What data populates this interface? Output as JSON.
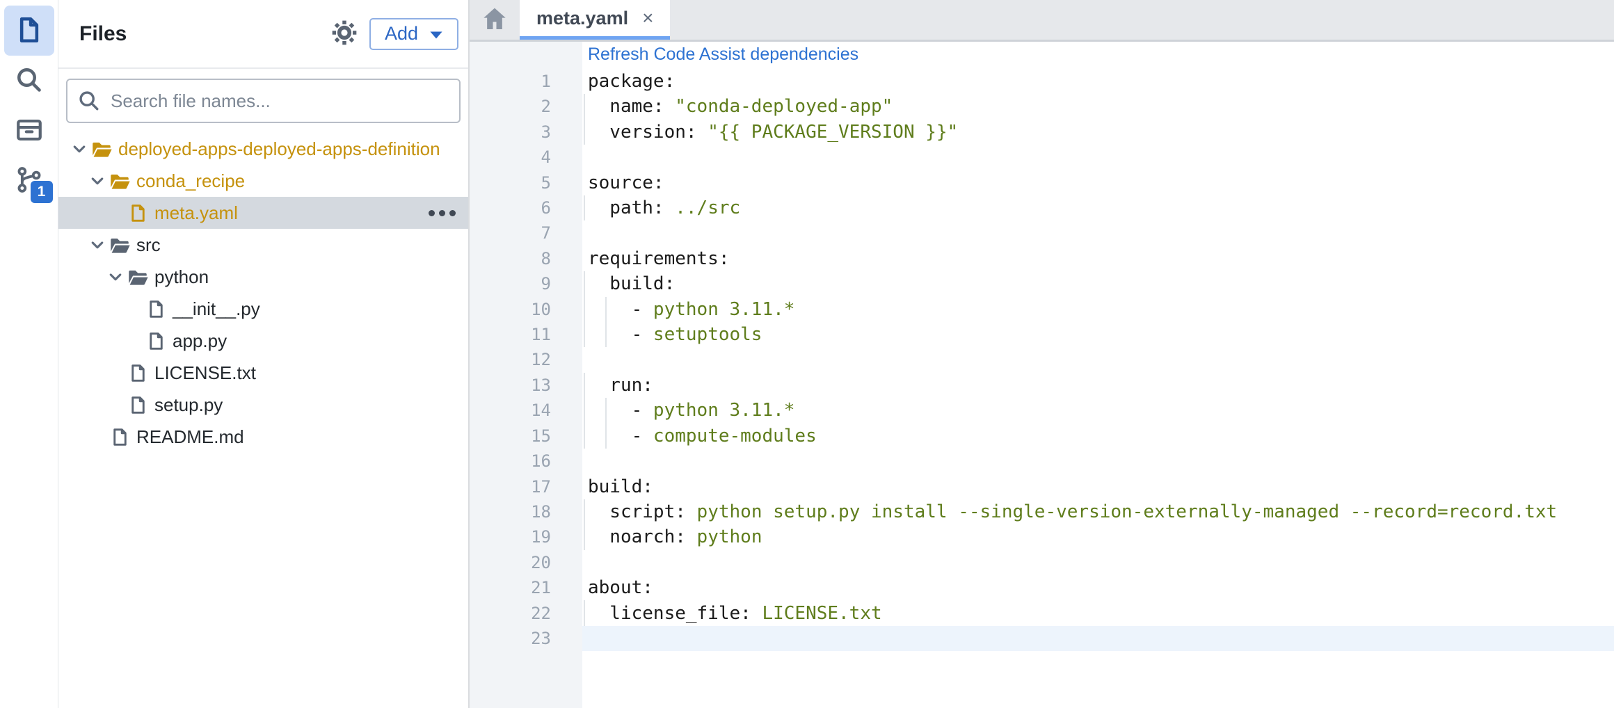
{
  "colors": {
    "accent_blue": "#2d72d2",
    "rail_active_bg": "#cfdff8",
    "rail_active_icon": "#1f4f96",
    "folder_orange": "#c5920e",
    "gray_icon": "#5a6472",
    "selected_row_bg": "#d4d9df",
    "tab_underline": "#6fa4f2",
    "tabbar_bg": "#e6e8eb",
    "gutter_bg": "#f2f4f7",
    "line_number": "#9aa4b1",
    "yaml_value_green": "#5f7d1c",
    "active_line_bg": "#edf4fc",
    "badge_bg": "#2d72d2"
  },
  "rail": {
    "items": [
      {
        "name": "files",
        "icon": "document-icon",
        "active": true
      },
      {
        "name": "search",
        "icon": "search-icon",
        "active": false
      },
      {
        "name": "packages",
        "icon": "box-icon",
        "active": false
      },
      {
        "name": "branches",
        "icon": "git-branch-icon",
        "active": false,
        "badge": "1"
      }
    ],
    "branch_badge": "1"
  },
  "files_panel": {
    "title": "Files",
    "add_label": "Add",
    "search_placeholder": "Search file names...",
    "tree": [
      {
        "type": "folder",
        "name": "deployed-apps-deployed-apps-definition",
        "depth": 0,
        "tone": "orange",
        "expanded": true
      },
      {
        "type": "folder",
        "name": "conda_recipe",
        "depth": 1,
        "tone": "orange",
        "expanded": true
      },
      {
        "type": "file",
        "name": "meta.yaml",
        "depth": 2,
        "tone": "orange",
        "selected": true,
        "menu": true
      },
      {
        "type": "folder",
        "name": "src",
        "depth": 1,
        "tone": "gray",
        "expanded": true
      },
      {
        "type": "folder",
        "name": "python",
        "depth": 2,
        "tone": "gray",
        "expanded": true
      },
      {
        "type": "file",
        "name": "__init__.py",
        "depth": 3,
        "tone": "default"
      },
      {
        "type": "file",
        "name": "app.py",
        "depth": 3,
        "tone": "default"
      },
      {
        "type": "file",
        "name": "LICENSE.txt",
        "depth": 2,
        "tone": "default"
      },
      {
        "type": "file",
        "name": "setup.py",
        "depth": 2,
        "tone": "default"
      },
      {
        "type": "file",
        "name": "README.md",
        "depth": 1,
        "tone": "default"
      }
    ]
  },
  "editor": {
    "tab_label": "meta.yaml",
    "tab_close": "×",
    "refresh_link": "Refresh Code Assist dependencies",
    "active_line": 23,
    "lines": [
      {
        "n": 1,
        "tokens": [
          [
            "p",
            "package:"
          ]
        ]
      },
      {
        "n": 2,
        "tokens": [
          [
            "p",
            "  name: "
          ],
          [
            "v",
            "\"conda-deployed-app\""
          ]
        ]
      },
      {
        "n": 3,
        "tokens": [
          [
            "p",
            "  version: "
          ],
          [
            "v",
            "\"{{ PACKAGE_VERSION }}\""
          ]
        ]
      },
      {
        "n": 4,
        "tokens": []
      },
      {
        "n": 5,
        "tokens": [
          [
            "p",
            "source:"
          ]
        ]
      },
      {
        "n": 6,
        "tokens": [
          [
            "p",
            "  path: "
          ],
          [
            "v",
            "../src"
          ]
        ]
      },
      {
        "n": 7,
        "tokens": []
      },
      {
        "n": 8,
        "tokens": [
          [
            "p",
            "requirements:"
          ]
        ]
      },
      {
        "n": 9,
        "tokens": [
          [
            "p",
            "  build:"
          ]
        ]
      },
      {
        "n": 10,
        "tokens": [
          [
            "p",
            "    - "
          ],
          [
            "v",
            "python 3.11.*"
          ]
        ]
      },
      {
        "n": 11,
        "tokens": [
          [
            "p",
            "    - "
          ],
          [
            "v",
            "setuptools"
          ]
        ]
      },
      {
        "n": 12,
        "tokens": []
      },
      {
        "n": 13,
        "tokens": [
          [
            "p",
            "  run:"
          ]
        ]
      },
      {
        "n": 14,
        "tokens": [
          [
            "p",
            "    - "
          ],
          [
            "v",
            "python 3.11.*"
          ]
        ]
      },
      {
        "n": 15,
        "tokens": [
          [
            "p",
            "    - "
          ],
          [
            "v",
            "compute-modules"
          ]
        ]
      },
      {
        "n": 16,
        "tokens": []
      },
      {
        "n": 17,
        "tokens": [
          [
            "p",
            "build:"
          ]
        ]
      },
      {
        "n": 18,
        "tokens": [
          [
            "p",
            "  script: "
          ],
          [
            "v",
            "python setup.py install --single-version-externally-managed --record=record.txt"
          ]
        ]
      },
      {
        "n": 19,
        "tokens": [
          [
            "p",
            "  noarch: "
          ],
          [
            "v",
            "python"
          ]
        ]
      },
      {
        "n": 20,
        "tokens": []
      },
      {
        "n": 21,
        "tokens": [
          [
            "p",
            "about:"
          ]
        ]
      },
      {
        "n": 22,
        "tokens": [
          [
            "p",
            "  license_file: "
          ],
          [
            "v",
            "LICENSE.txt"
          ]
        ]
      },
      {
        "n": 23,
        "tokens": []
      }
    ],
    "indent_guides": [
      {
        "col": 0,
        "from": 2,
        "to": 3
      },
      {
        "col": 0,
        "from": 6,
        "to": 6
      },
      {
        "col": 0,
        "from": 9,
        "to": 11
      },
      {
        "col": 1,
        "from": 10,
        "to": 11
      },
      {
        "col": 0,
        "from": 13,
        "to": 15
      },
      {
        "col": 1,
        "from": 14,
        "to": 15
      },
      {
        "col": 0,
        "from": 18,
        "to": 19
      },
      {
        "col": 0,
        "from": 22,
        "to": 22
      }
    ]
  }
}
